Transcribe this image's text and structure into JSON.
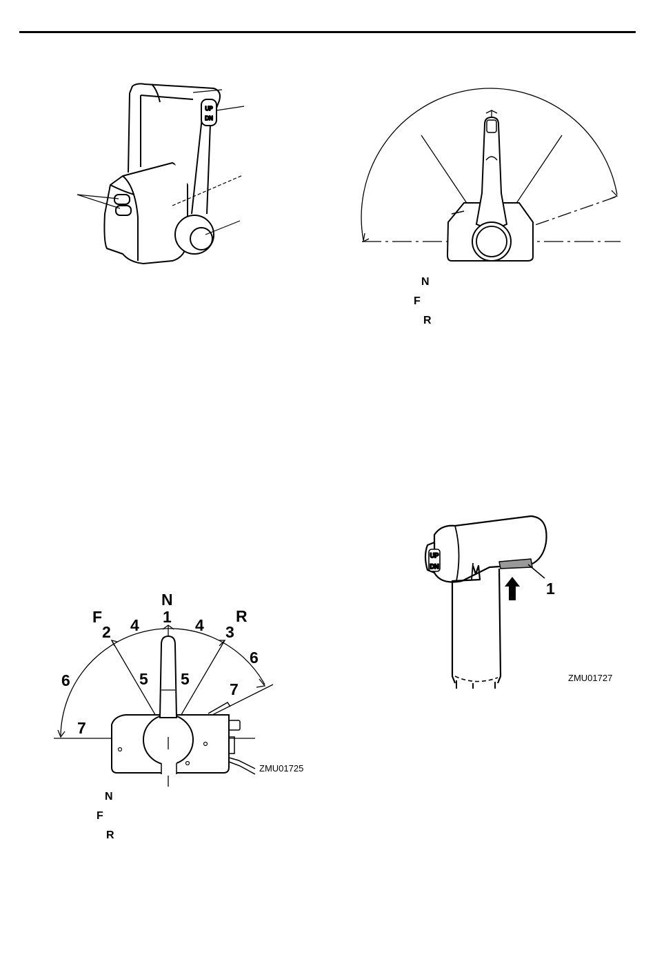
{
  "fig1": {
    "switch_up": "UP",
    "switch_dn": "DN"
  },
  "fig2": {
    "legend": [
      "N",
      "F",
      "R"
    ]
  },
  "fig3": {
    "top_letter": "N",
    "left_letter": "F",
    "right_letter": "R",
    "numbers": {
      "n1": "1",
      "n2": "2",
      "n3": "3",
      "n4a": "4",
      "n4b": "4",
      "n5a": "5",
      "n5b": "5",
      "n6a": "6",
      "n6b": "6",
      "n7a": "7",
      "n7b": "7"
    },
    "code": "ZMU01725",
    "legend": [
      "N",
      "F",
      "R"
    ]
  },
  "fig4": {
    "switch_up": "UP",
    "switch_dn": "DN",
    "callout": "1",
    "code": "ZMU01727"
  }
}
